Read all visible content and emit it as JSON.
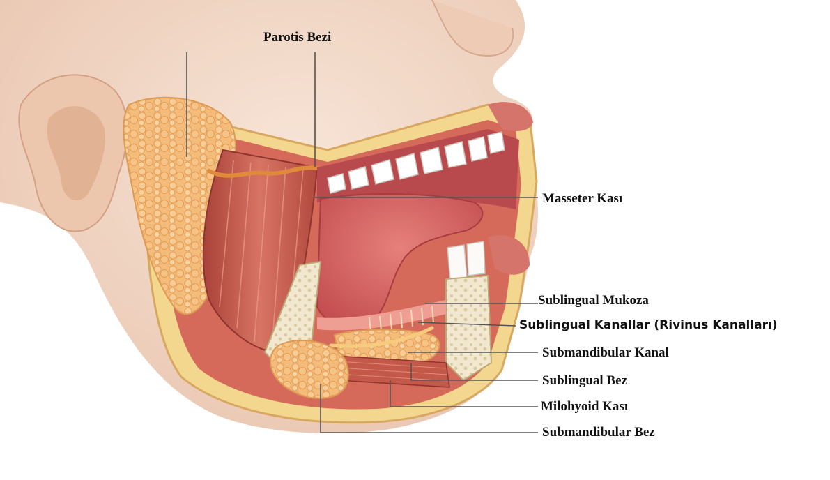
{
  "labels": {
    "parotis_bezi": "Parotis Bezi",
    "masseter_kasi": "Masseter Kası",
    "sublingual_mukoza": "Sublingual Mukoza",
    "sublingual_kanallar": "Sublingual Kanallar (Rivinus Kanalları)",
    "submandibular_kanal": "Submandibular Kanal",
    "sublingual_bez": "Sublingual Bez",
    "milohyoid_kasi": "Milohyoid Kası",
    "submandibular_bez": "Submandibular Bez"
  },
  "colors": {
    "skin": "#f3d9c8",
    "gland": "#f2b36a",
    "muscle": "#c9584a",
    "tongue": "#d9605e",
    "mucosa": "#e88c84",
    "bone": "#f1e6c8",
    "teeth": "#ffffff",
    "leader_line": "#555555"
  }
}
